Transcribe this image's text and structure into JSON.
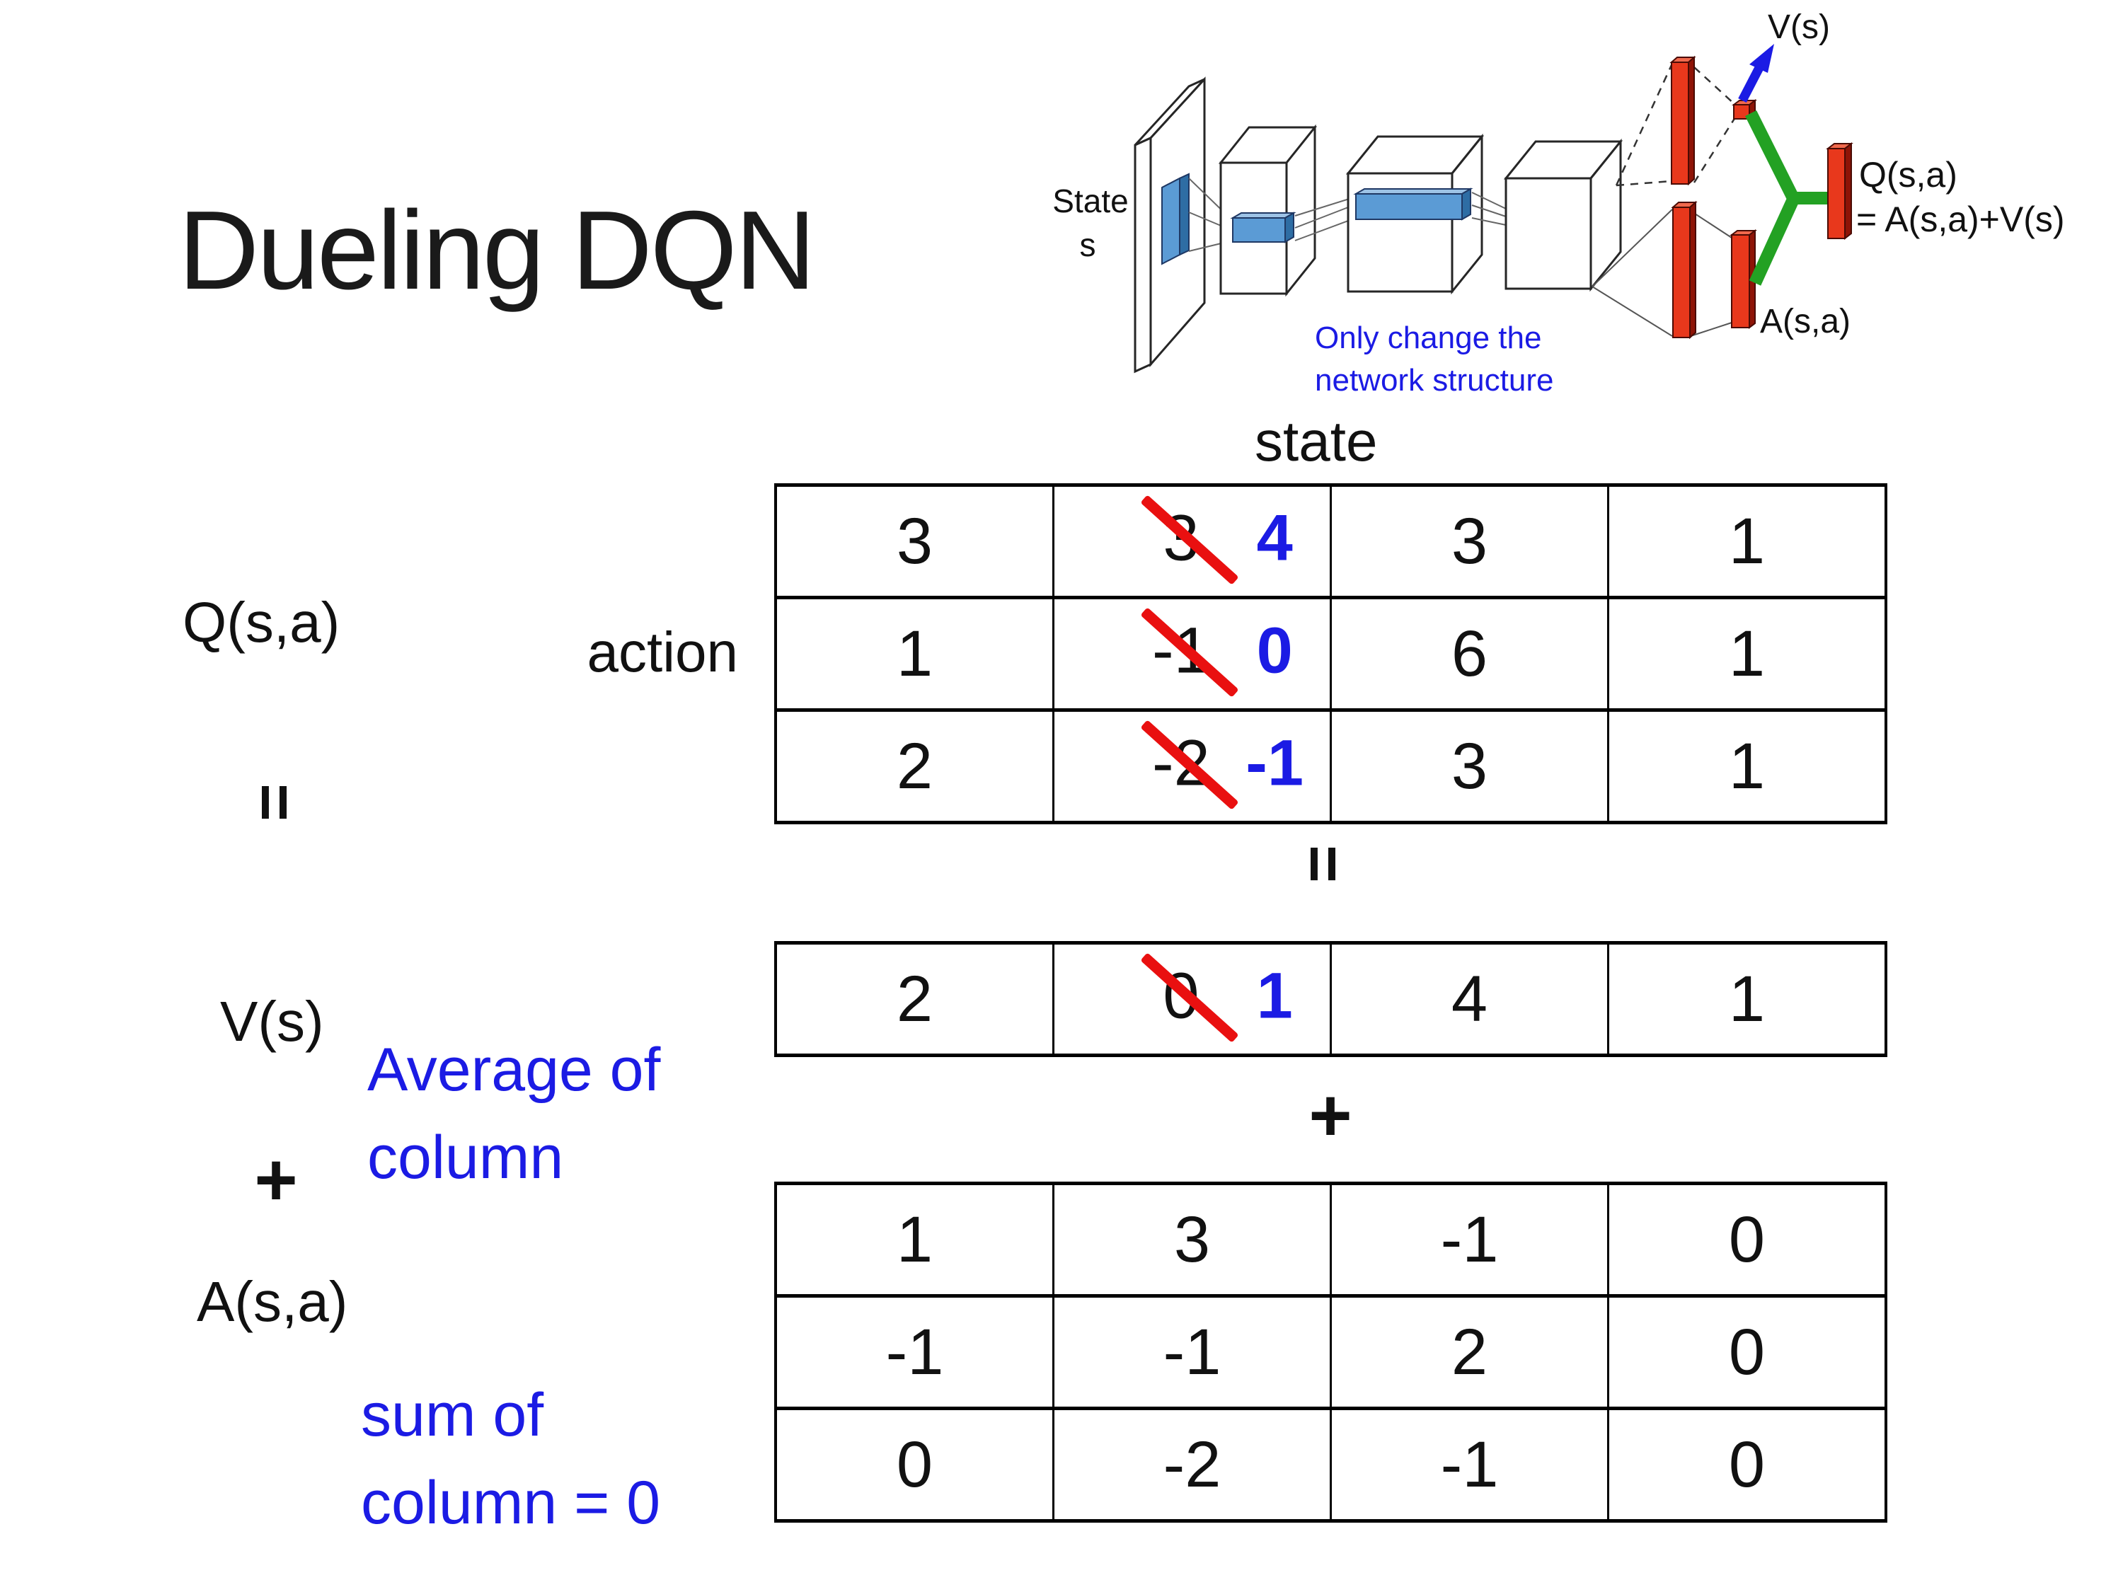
{
  "slide": {
    "title": "Dueling DQN"
  },
  "colors": {
    "accent-blue": "#1b1be4",
    "strike-red": "#e91010",
    "bar-red": "#e8381c",
    "bar-red-dark": "#8e1407",
    "bar-red-light": "#f0694d",
    "green": "#23a123",
    "conv-blue": "#5b9bd5",
    "conv-blue-dark": "#2e6da4",
    "conv-blue-light": "#9dc3e6"
  },
  "diagram": {
    "state_label": {
      "line1": "State",
      "line2": "s"
    },
    "note": {
      "line1": "Only change the",
      "line2": "network structure"
    },
    "v_output": "V(s)",
    "a_output": "A(s,a)",
    "q_output": {
      "line1": "Q(s,a)",
      "line2": "= A(s,a)+V(s)"
    }
  },
  "equation": {
    "q_label": "Q(s,a)",
    "equals": "=",
    "v_label": "V(s)",
    "plus": "+",
    "a_label": "A(s,a)",
    "v_note": {
      "line1": "Average of",
      "line2": "column"
    },
    "a_note": {
      "line1": "sum of",
      "line2": "column = 0"
    }
  },
  "grid": {
    "state_header": "state",
    "action_label": "action",
    "equals": "=",
    "plus": "+"
  },
  "tables": {
    "q": {
      "rows": [
        [
          "3",
          {
            "old": "3",
            "new": "4"
          },
          "3",
          "1"
        ],
        [
          "1",
          {
            "old": "-1",
            "new": "0"
          },
          "6",
          "1"
        ],
        [
          "2",
          {
            "old": "-2",
            "new": "-1"
          },
          "3",
          "1"
        ]
      ]
    },
    "v": {
      "rows": [
        [
          "2",
          {
            "old": "0",
            "new": "1"
          },
          "4",
          "1"
        ]
      ]
    },
    "a": {
      "rows": [
        [
          "1",
          "3",
          "-1",
          "0"
        ],
        [
          "-1",
          "-1",
          "2",
          "0"
        ],
        [
          "0",
          "-2",
          "-1",
          "0"
        ]
      ]
    }
  }
}
